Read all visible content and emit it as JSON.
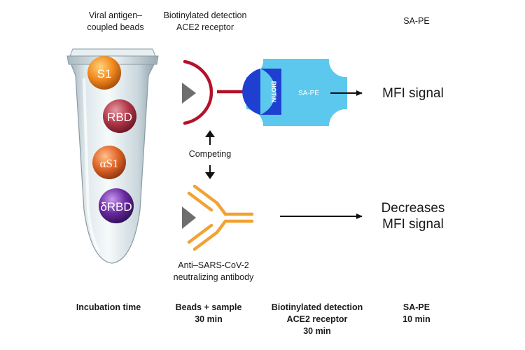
{
  "header": {
    "beads_line1": "Viral antigen–",
    "beads_line2": "coupled beads",
    "detection_line1": "Biotinylated detection",
    "detection_line2": "ACE2 receptor",
    "sape": "SA-PE"
  },
  "beads": [
    "S1",
    "RBD",
    "αS1",
    "δRBD"
  ],
  "labels": {
    "biotin": "BIOTIN",
    "sape_inner": "SA-PE",
    "competing": "Competing",
    "antibody_line1": "Anti–SARS-CoV-2",
    "antibody_line2": "neutralizing antibody"
  },
  "results": {
    "mfi": "MFI signal",
    "decreases_line1": "Decreases",
    "decreases_line2": "MFI signal"
  },
  "footer": {
    "step1": "Incubation time",
    "step2_line1": "Beads + sample",
    "step2_line2": "30 min",
    "step3_line1": "Biotinylated detection",
    "step3_line2": "ACE2 receptor",
    "step3_line3": "30 min",
    "step4_line1": "SA-PE",
    "step4_line2": "10 min"
  },
  "colors": {
    "ace2_receptor": "#b5122a",
    "biotin": "#1f3fd1",
    "sape": "#5cc8ee",
    "antibody": "#f2a233",
    "pointer": "#6e6e6e",
    "bead_s1": "#f28a1e",
    "bead_rbd": "#b23848",
    "bead_as1": "#e0662a",
    "bead_drbd": "#6a2aa0"
  }
}
